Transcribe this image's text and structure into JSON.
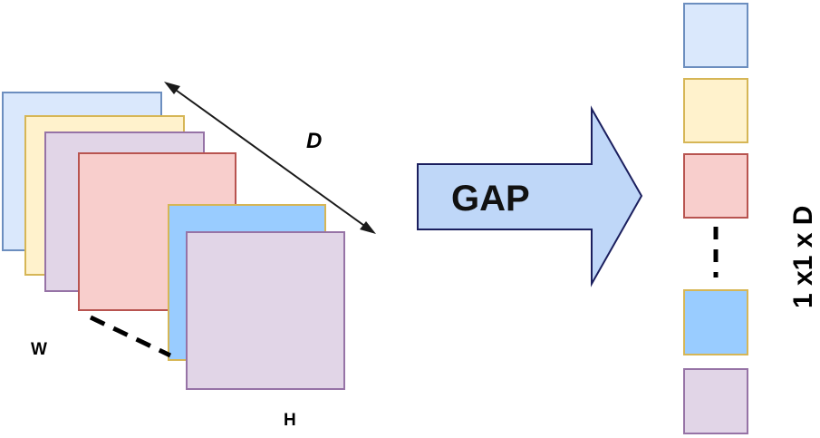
{
  "diagram": {
    "labels": {
      "depth": "D",
      "width": "W",
      "height": "H",
      "operation": "GAP",
      "output_shape": "1 x1 x D"
    },
    "colors": {
      "blue_light": "#dae8fc",
      "blue_stroke": "#6c8ebf",
      "yellow": "#fff2cc",
      "yellow_stroke": "#d6b656",
      "purple": "#e1d5e7",
      "purple_stroke": "#9673a6",
      "red": "#f8cecc",
      "red_stroke": "#b85450",
      "blue_bright": "#99ccff",
      "arrow_fill": "#bfd7f8",
      "arrow_stroke": "#1b1f5e"
    }
  }
}
